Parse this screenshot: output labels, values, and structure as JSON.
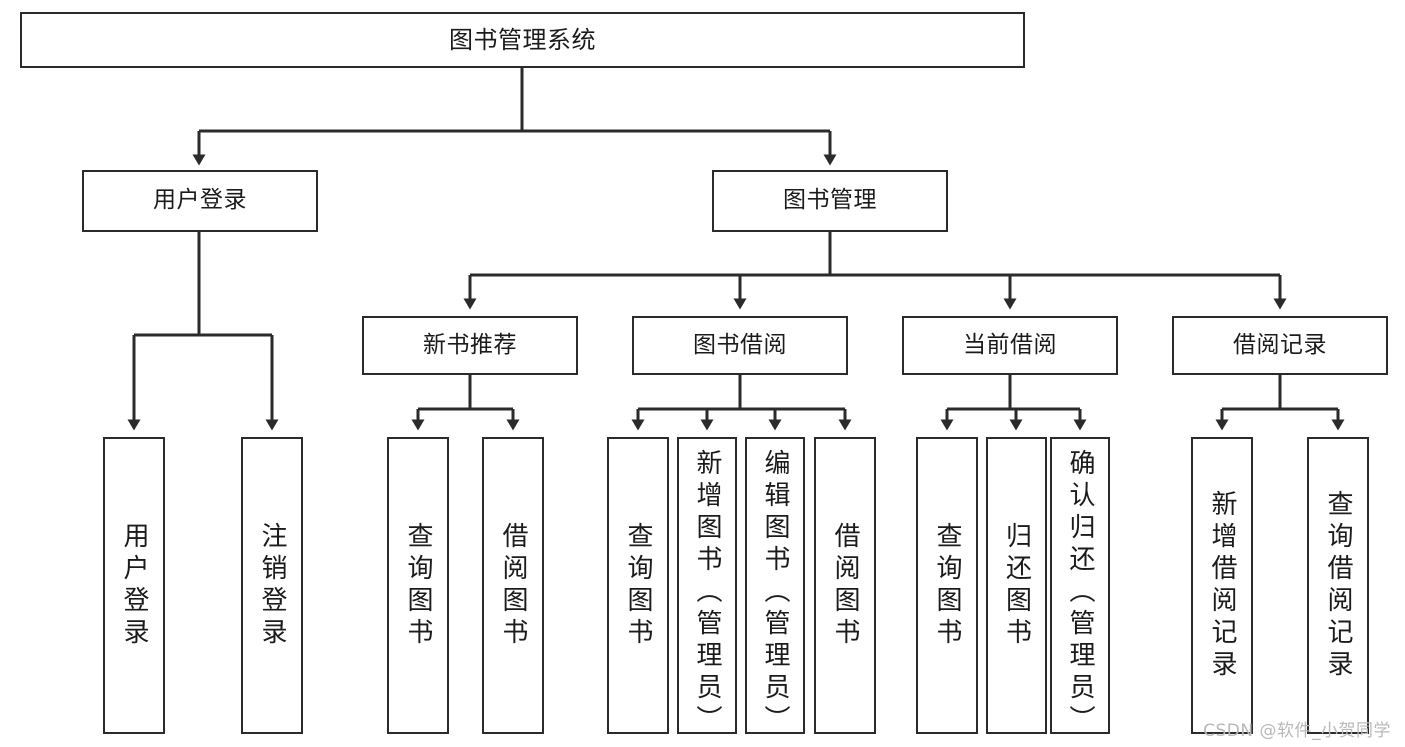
{
  "diagram": {
    "title": "图书管理系统",
    "watermark": "CSDN @软件_小贺同学",
    "stroke_color": "#2b2b2b",
    "fill_color": "#ffffff",
    "nodes": {
      "root": "图书管理系统",
      "level2": {
        "user_login": "用户登录",
        "book_manage": "图书管理"
      },
      "level3": {
        "new_book_recommend": "新书推荐",
        "book_borrow": "图书借阅",
        "current_borrow": "当前借阅",
        "borrow_record": "借阅记录"
      },
      "leaves": {
        "user_login_leaf": "用户登录",
        "logout_leaf": "注销登录",
        "recommend_query": "查询图书",
        "recommend_borrow": "借阅图书",
        "borrow_query": "查询图书",
        "borrow_add": "新增图书（管理员）",
        "borrow_edit": "编辑图书（管理员）",
        "borrow_lend": "借阅图书",
        "current_query": "查询图书",
        "current_return": "归还图书",
        "current_confirm": "确认归还（管理员）",
        "record_add": "新增借阅记录",
        "record_query": "查询借阅记录"
      }
    }
  }
}
